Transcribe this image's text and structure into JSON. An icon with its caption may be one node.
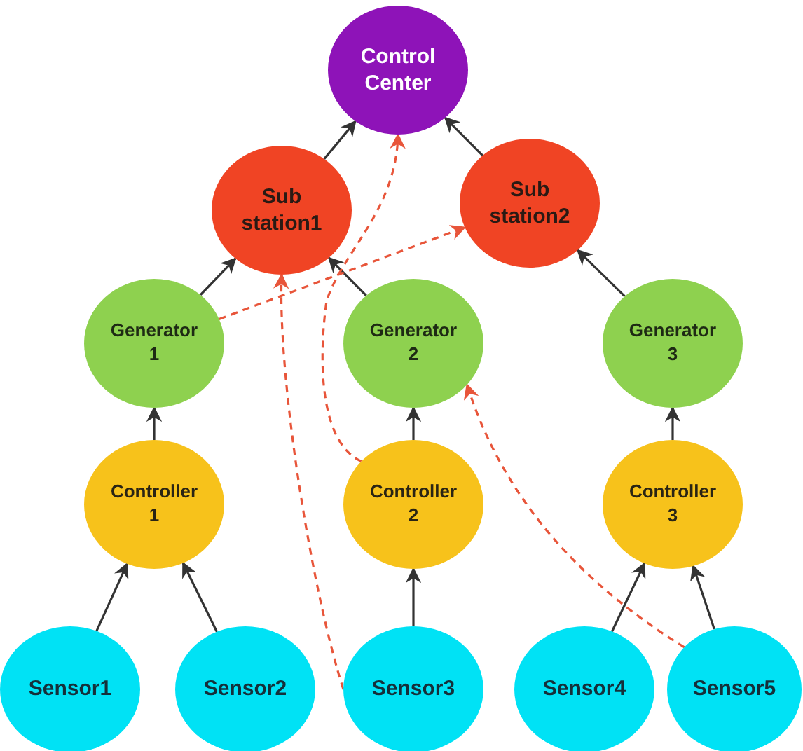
{
  "diagram": {
    "nodes": [
      {
        "text": [
          "Control Center"
        ]
      },
      {
        "text": [
          "Sub station1"
        ]
      },
      {
        "text": [
          "Sub station2"
        ]
      },
      {
        "text": [
          "Generator 1"
        ]
      },
      {
        "text": [
          "Generator 2"
        ]
      },
      {
        "text": [
          "Generator 3"
        ]
      },
      {
        "text": [
          "Controller 1"
        ]
      },
      {
        "text": [
          "Controller 2"
        ]
      },
      {
        "text": [
          "Controller 3"
        ]
      },
      {
        "text": [
          "Sensor1"
        ]
      },
      {
        "text": [
          "Sensor2"
        ]
      },
      {
        "text": [
          "Sensor3"
        ]
      },
      {
        "text": [
          "Sensor4"
        ]
      },
      {
        "text": [
          "Sensor5"
        ]
      }
    ],
    "edges": [
      {
        "from": 1,
        "to": 0,
        "arrow": "to"
      },
      {
        "from": 2,
        "to": 0,
        "arrow": "to"
      },
      {
        "from": 3,
        "to": 1,
        "arrow": "to"
      },
      {
        "from": 4,
        "to": 1,
        "arrow": "to"
      },
      {
        "from": 5,
        "to": 2,
        "arrow": "to"
      },
      {
        "from": 6,
        "to": 3,
        "arrow": "to"
      },
      {
        "from": 7,
        "to": 4,
        "arrow": "to"
      },
      {
        "from": 8,
        "to": 5,
        "arrow": "to"
      },
      {
        "from": 9,
        "to": 6,
        "arrow": "to"
      },
      {
        "from": 10,
        "to": 6,
        "arrow": "to"
      },
      {
        "from": 11,
        "to": 7,
        "arrow": "to"
      },
      {
        "from": 12,
        "to": 8,
        "arrow": "to"
      },
      {
        "from": 13,
        "to": 8,
        "arrow": "to"
      },
      {
        "from": 11,
        "to": 1,
        "arrow": "to",
        "style": "dashed",
        "color": "#e8553a"
      },
      {
        "from": 7,
        "to": 0,
        "arrow": "to",
        "style": "dashed",
        "color": "#e8553a"
      },
      {
        "from": 3,
        "to": 2,
        "arrow": "to",
        "style": "dashed",
        "color": "#e8553a"
      },
      {
        "from": 13,
        "to": 4,
        "arrow": "to",
        "style": "dashed",
        "color": "#e8553a"
      }
    ]
  }
}
